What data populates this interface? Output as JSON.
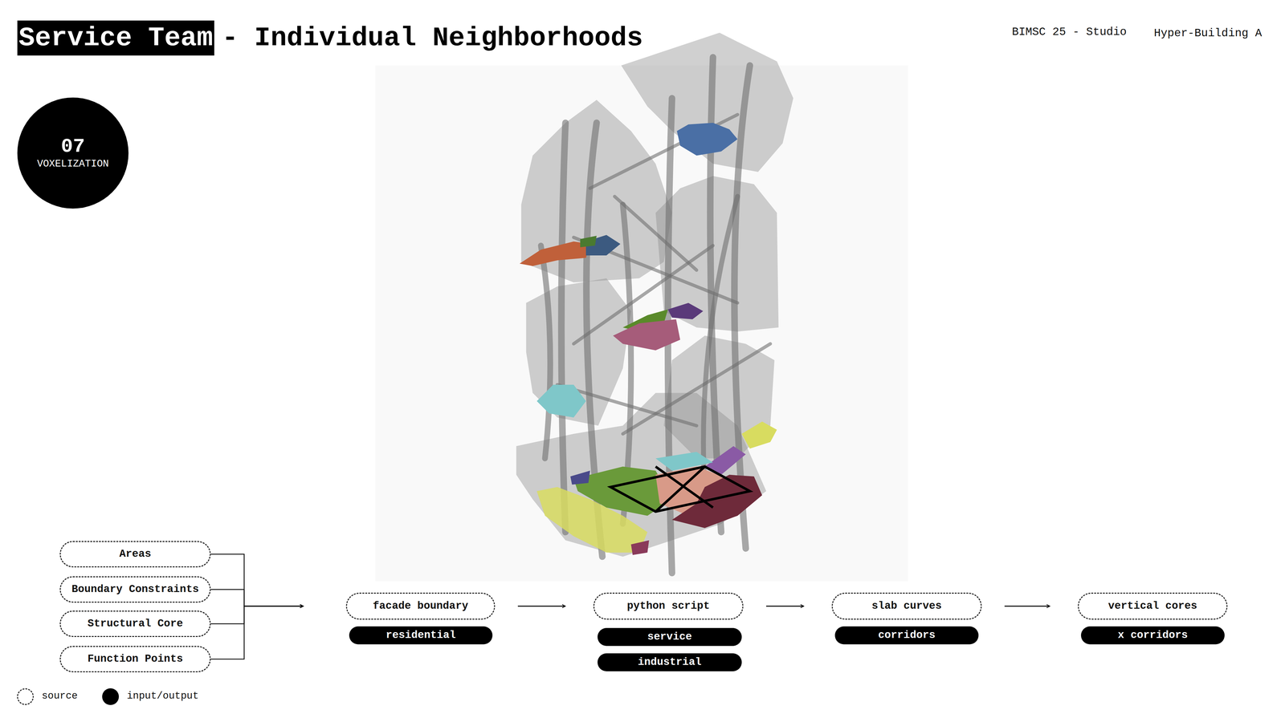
{
  "diagram": {
    "title": "- Individual Neighborhoods",
    "nodes": [
      {
        "text": [
          "07",
          "VOXELIZATION"
        ]
      },
      {
        "text": [
          "Areas"
        ]
      },
      {
        "text": [
          "Boundary Constraints"
        ]
      },
      {
        "text": [
          "Structural Core"
        ]
      },
      {
        "text": [
          "Function Points"
        ]
      },
      {
        "text": [
          "facade boundary"
        ]
      },
      {
        "text": [
          "residential"
        ]
      },
      {
        "text": [
          "python script"
        ]
      },
      {
        "text": [
          "service"
        ]
      },
      {
        "text": [
          "industrial"
        ]
      },
      {
        "text": [
          "slab curves"
        ]
      },
      {
        "text": [
          "corridors"
        ]
      },
      {
        "text": [
          "vertical cores"
        ]
      },
      {
        "text": [
          "x corridors"
        ]
      }
    ],
    "edges": [
      {
        "from": 1,
        "to": 5,
        "arrow": "to"
      },
      {
        "from": 2,
        "to": 5,
        "arrow": "to"
      },
      {
        "from": 3,
        "to": 5,
        "arrow": "to"
      },
      {
        "from": 4,
        "to": 5,
        "arrow": "to"
      },
      {
        "from": 5,
        "to": 7,
        "arrow": "to"
      },
      {
        "from": 7,
        "to": 10,
        "arrow": "to"
      },
      {
        "from": 10,
        "to": 12,
        "arrow": "to"
      }
    ],
    "labels": [
      "Service Team",
      "BIMSC 25 - Studio",
      "Hyper-Building A"
    ],
    "legend": [
      {
        "text": "source"
      },
      {
        "text": "input/output",
        "color": "#000000"
      }
    ]
  }
}
